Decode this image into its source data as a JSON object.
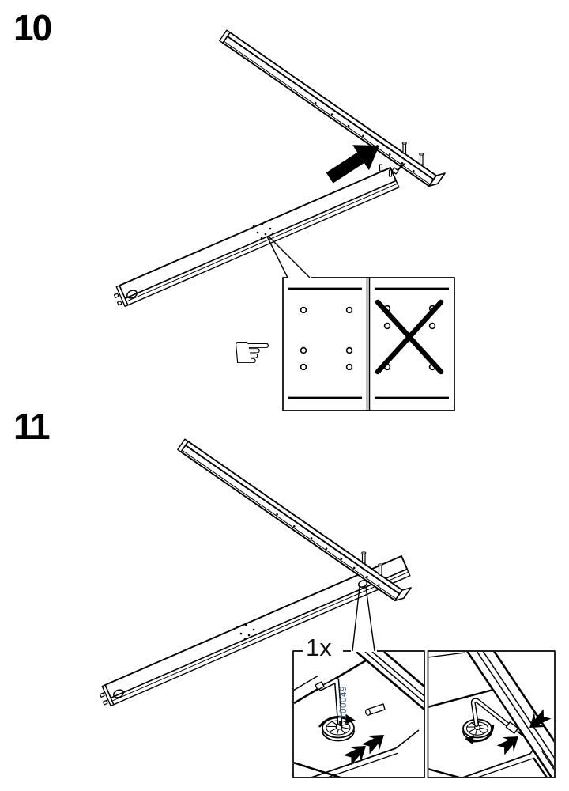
{
  "steps": [
    {
      "number": "10"
    },
    {
      "number": "11"
    }
  ],
  "detail_callout": {
    "quantity_label": "1x",
    "tool_part_number": "100049"
  },
  "icons": {
    "pointing_hand": "☞"
  },
  "colors": {
    "background": "#ffffff",
    "line": "#000000",
    "part_number_text": "#44688c"
  }
}
